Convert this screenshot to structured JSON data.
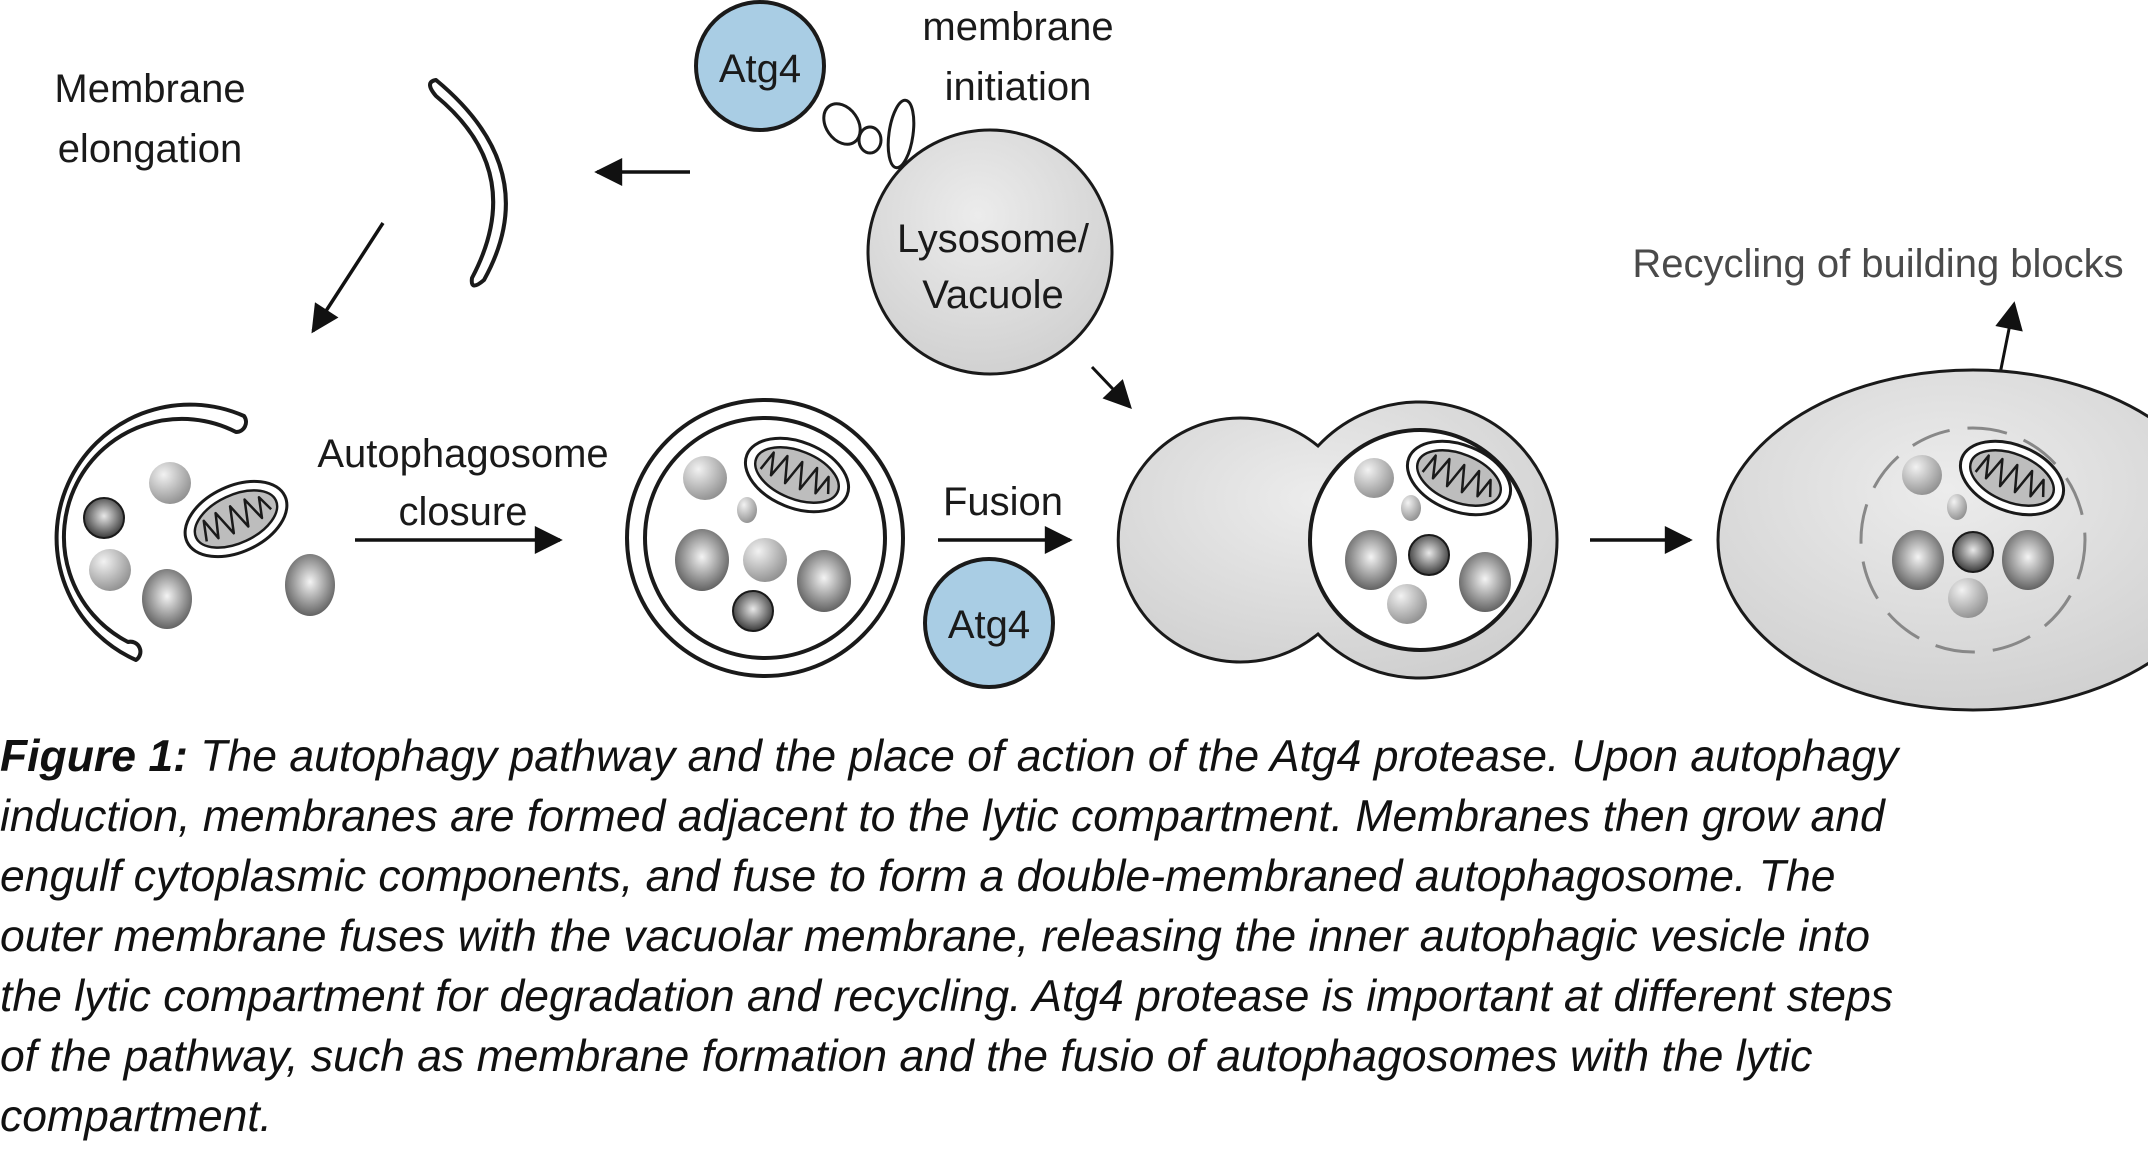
{
  "diagram": {
    "labels": {
      "membrane_elongation": [
        "Membrane",
        "elongation"
      ],
      "membrane_initiation": [
        "membrane",
        "initiation"
      ],
      "atg4_top": "Atg4",
      "lysosome": [
        "Lysosome/",
        "Vacuole"
      ],
      "recycling": "Recycling of building blocks",
      "autophagosome_closure": [
        "Autophagosome",
        "closure"
      ],
      "fusion": "Fusion",
      "atg4_bottom": "Atg4"
    },
    "colors": {
      "atg4_fill": "#a9cde4",
      "vacuole_fill": "#d8d8d8",
      "outline": "#1a1a1a"
    }
  },
  "caption": {
    "figure_label": "Figure 1:",
    "lines": [
      " The autophagy pathway and the place of action of the Atg4 protease. Upon autophagy",
      "induction, membranes are formed adjacent to the lytic compartment. Membranes then grow and",
      "engulf cytoplasmic components, and fuse to form a double-membraned autophagosome. The",
      "outer membrane fuses with the vacuolar membrane, releasing the inner autophagic vesicle into",
      "the lytic compartment for degradation and recycling. Atg4 protease is important at different steps",
      "of the pathway, such as membrane formation and the fusio of autophagosomes with the lytic",
      "compartment."
    ]
  }
}
